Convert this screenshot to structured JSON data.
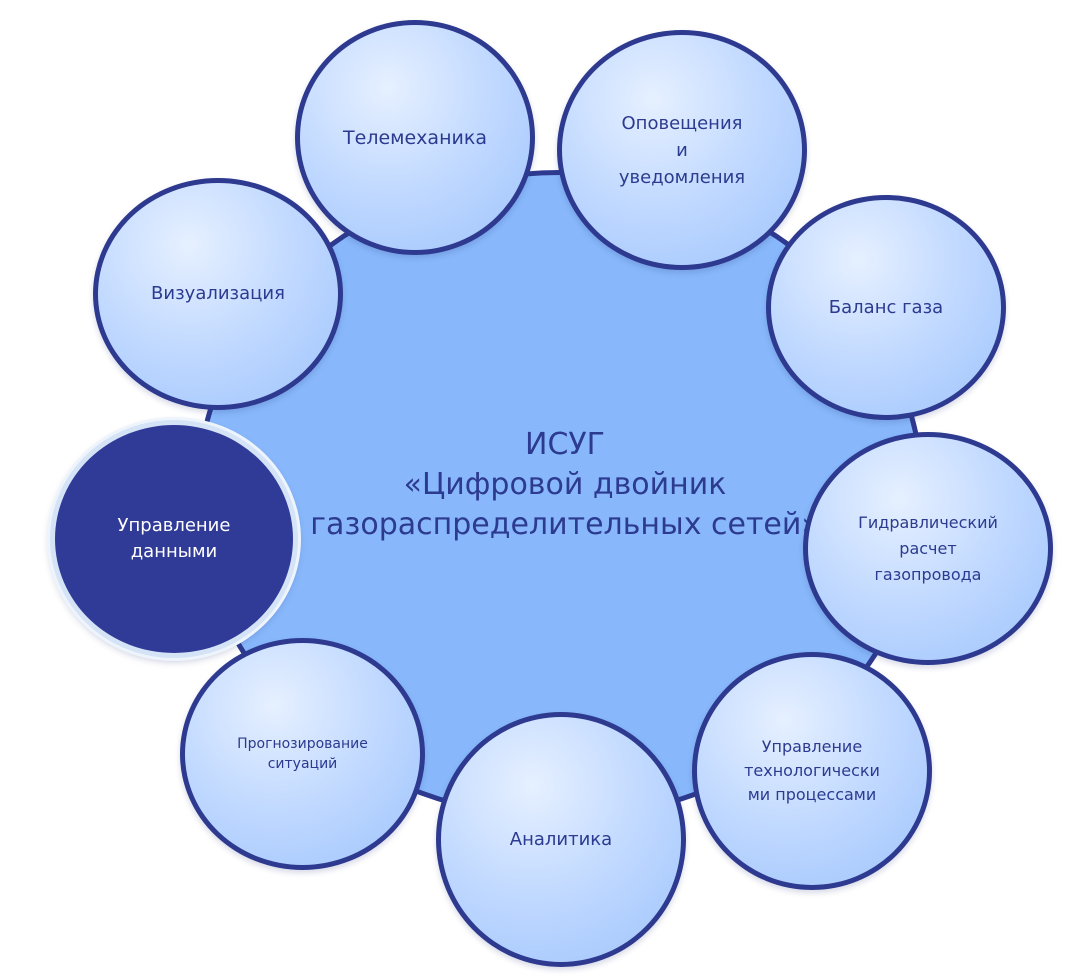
{
  "hub": {
    "title": "ИСУГ\n«Цифровой двойник\nгазораспределительных сетей»"
  },
  "nodes": {
    "telemechanics": "Телемеханика",
    "notifications": "Оповещения\nи\nуведомления",
    "gas_balance": "Баланс газа",
    "hydraulic": "Гидравлический\nрасчет\nгазопровода",
    "process_control": "Управление\nтехнологически\nми процессами",
    "analytics": "Аналитика",
    "forecasting": "Прогнозирование\nситуаций",
    "data_management": "Управление\nданными",
    "visualization": "Визуализация"
  },
  "colors": {
    "hub_fill": "#88b8fb",
    "border": "#2d3a8f",
    "text": "#2c3a8f",
    "active_fill": "#303b98",
    "active_text": "#ffffff"
  }
}
